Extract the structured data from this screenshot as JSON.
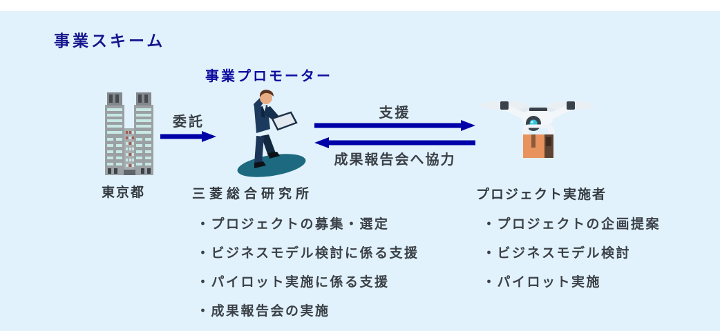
{
  "page": {
    "background": "#ffffff",
    "panel_color": "#e2f2fc"
  },
  "title": "事業スキーム",
  "promoter_label": "事業プロモーター",
  "actors": {
    "tokyo": {
      "label": "東京都",
      "icon": "tokyo-government-building-icon"
    },
    "mri": {
      "label": "三菱総合研究所",
      "icon": "businessman-with-tablet-icon"
    },
    "implementer": {
      "label": "プロジェクト実施者",
      "icon": "delivery-drone-icon"
    }
  },
  "arrows": {
    "itaku": {
      "label": "委託",
      "direction": "right",
      "from": "東京都",
      "to": "三菱総合研究所"
    },
    "shien": {
      "label": "支援",
      "direction": "right",
      "from": "三菱総合研究所",
      "to": "プロジェクト実施者"
    },
    "seika": {
      "label": "成果報告会へ協力",
      "direction": "left",
      "from": "プロジェクト実施者",
      "to": "三菱総合研究所"
    }
  },
  "mri_tasks": [
    "・プロジェクトの募集・選定",
    "・ビジネスモデル検討に係る支援",
    "・パイロット実施に係る支援",
    "・成果報告会の実施"
  ],
  "implementer_tasks": [
    "・プロジェクトの企画提案",
    "・ビジネスモデル検討",
    "・パイロット実施"
  ],
  "colors": {
    "title_navy": "#16168e",
    "promoter_blue": "#0c0c9e",
    "arrow_blue": "#0000a8",
    "body_text": "#3b4147",
    "shadow_teal": "#1d6a80",
    "package_orange": "#e8935e"
  }
}
